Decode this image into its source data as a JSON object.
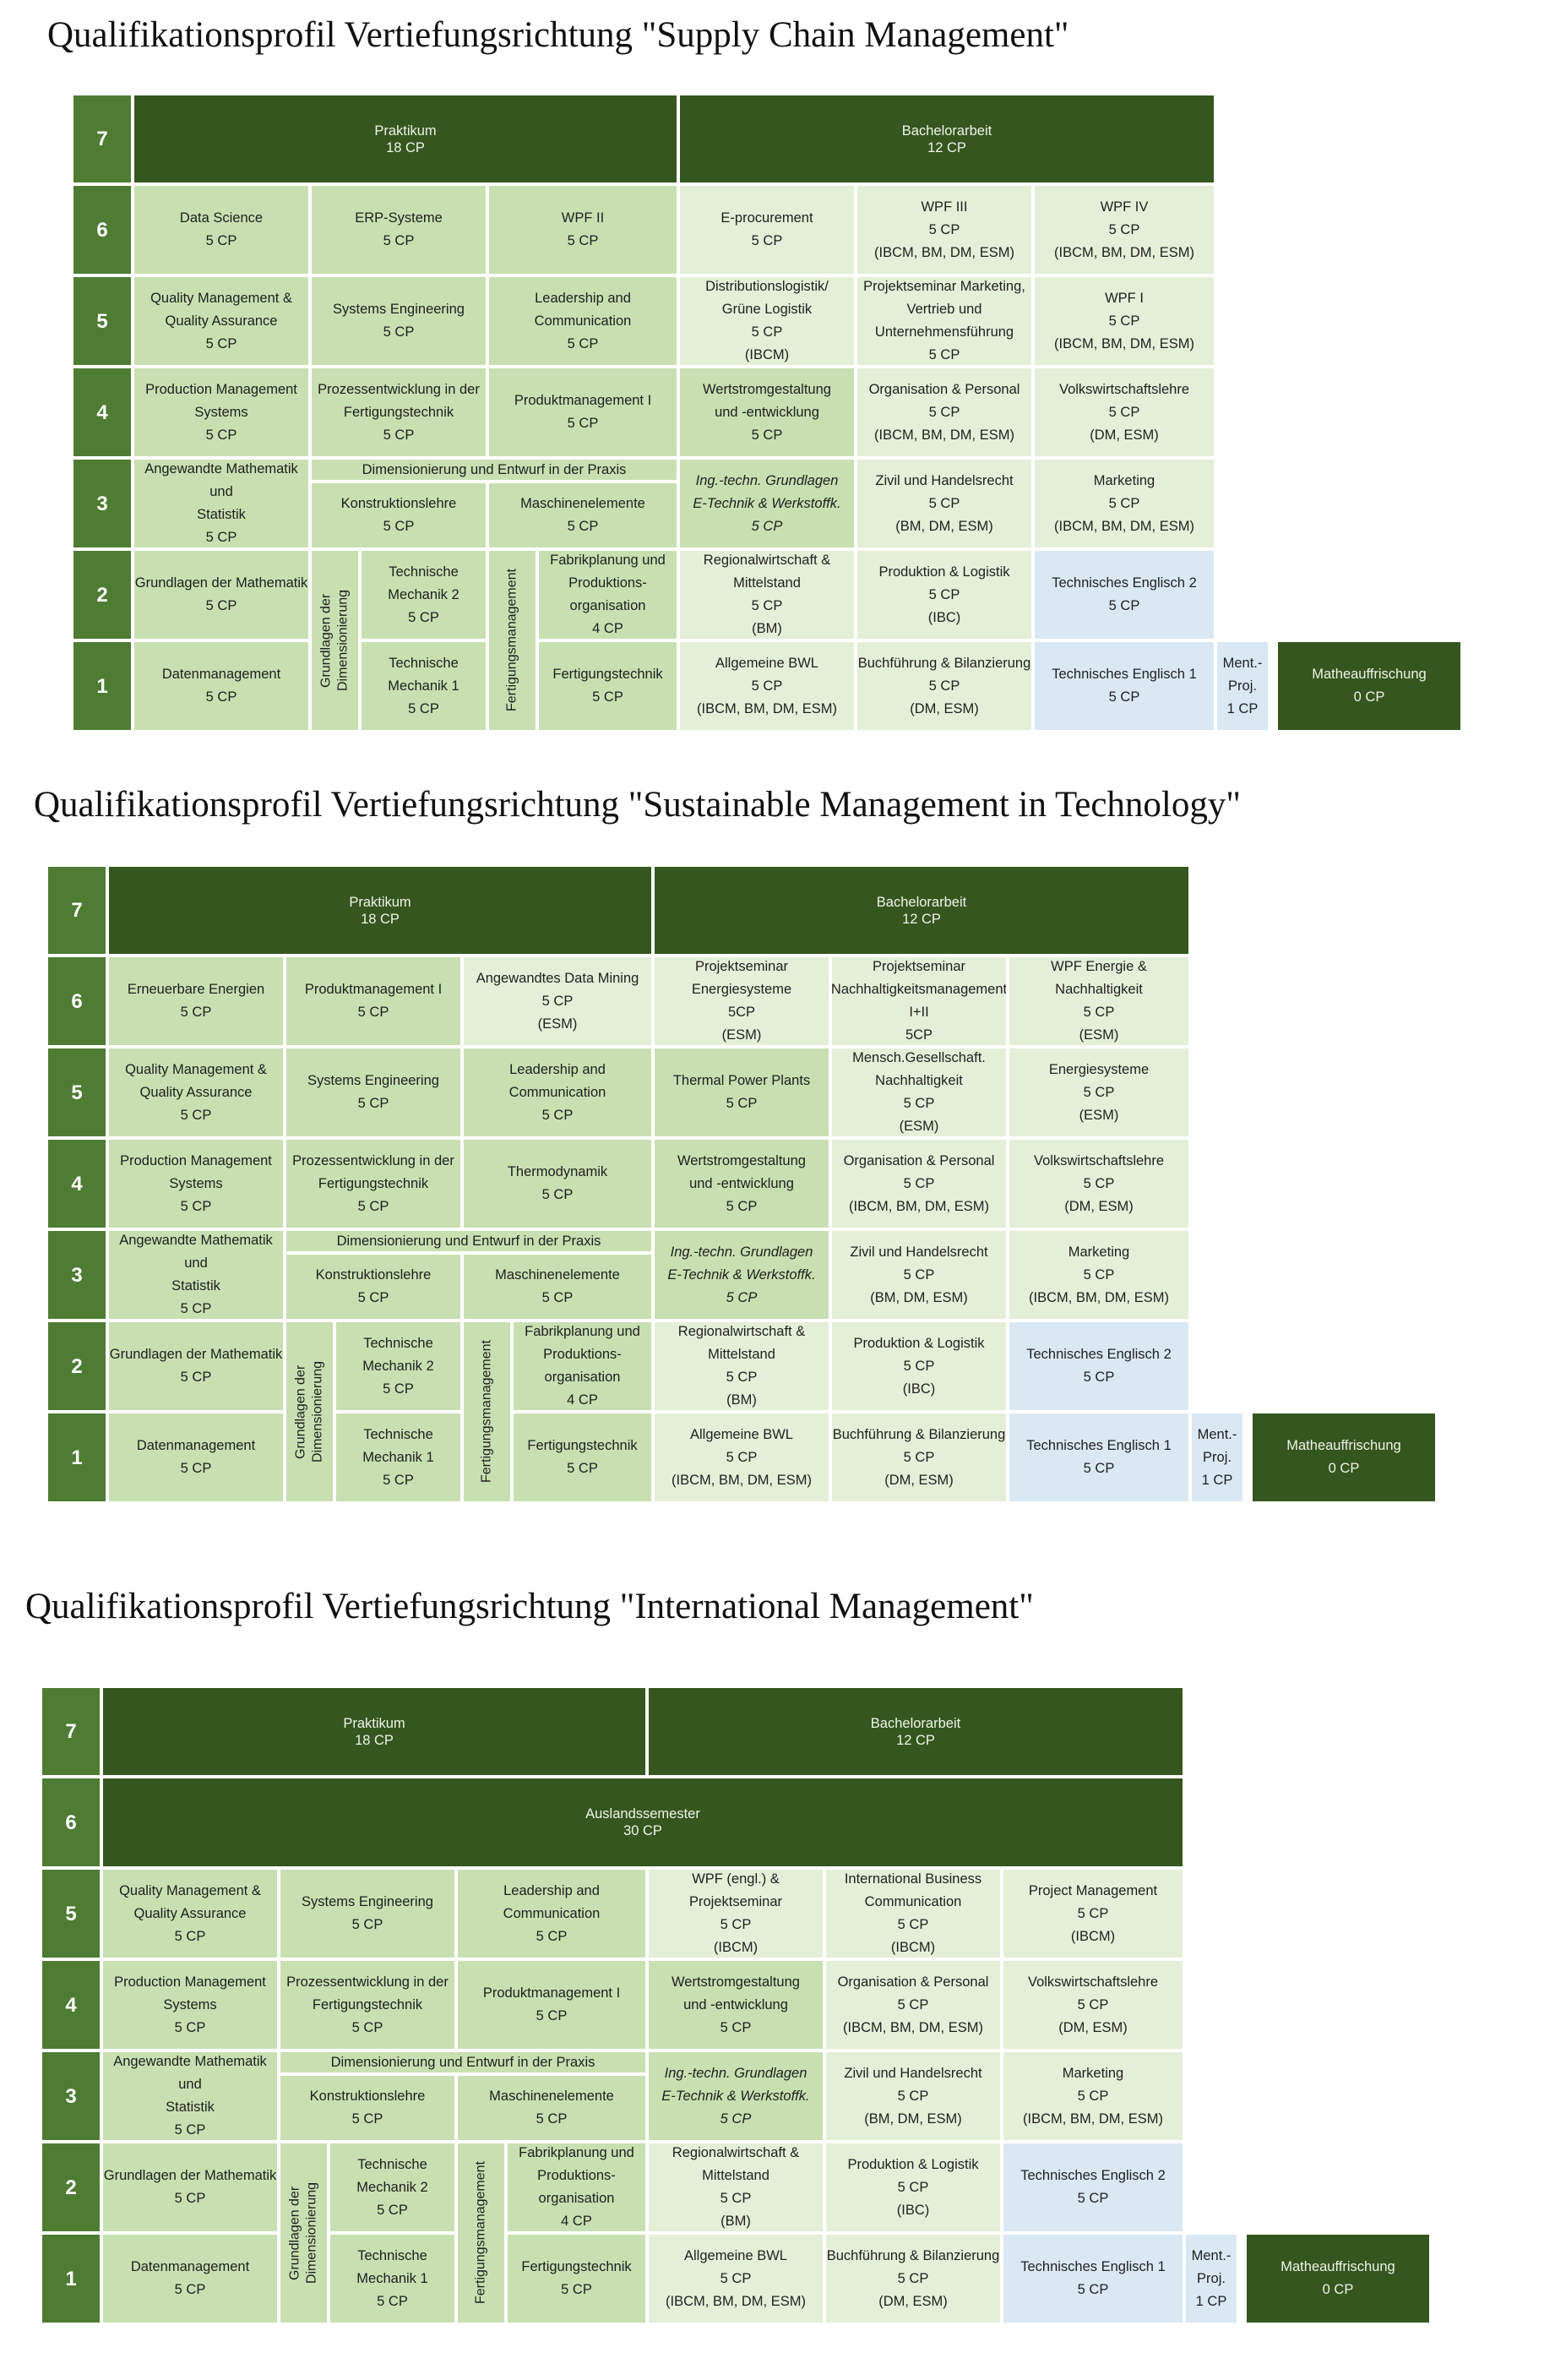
{
  "colors": {
    "semester": "#4e7c33",
    "dark": "#35561f",
    "mid": "#c8e0b1",
    "light": "#e4efd8",
    "blue": "#dae8f4"
  },
  "profiles": [
    {
      "title": "Qualifikationsprofil Vertiefungsrichtung \"Supply Chain Management\"",
      "cells": [
        {
          "text": "7",
          "c": "semester"
        },
        {
          "text": "Praktikum\n18 CP",
          "c": "dark"
        },
        {
          "text": "Bachelorarbeit\n12 CP",
          "c": "dark"
        },
        {
          "text": "6",
          "c": "semester"
        },
        {
          "text": "Data Science\n5 CP",
          "c": "mid"
        },
        {
          "text": "ERP-Systeme\n5 CP",
          "c": "mid"
        },
        {
          "text": "WPF II\n5 CP",
          "c": "mid"
        },
        {
          "text": "E-procurement\n5 CP",
          "c": "light"
        },
        {
          "text": "WPF III\n5 CP\n(IBCM, BM, DM, ESM)",
          "c": "light"
        },
        {
          "text": "WPF IV\n5 CP\n(IBCM, BM, DM, ESM)",
          "c": "light"
        },
        {
          "text": "5",
          "c": "semester"
        },
        {
          "text": "Quality Management &\nQuality Assurance\n5 CP",
          "c": "mid"
        },
        {
          "text": "Systems Engineering\n5 CP",
          "c": "mid"
        },
        {
          "text": "Leadership and\nCommunication\n5 CP",
          "c": "mid"
        },
        {
          "text": "Distributionslogistik/\nGrüne Logistik\n5 CP\n(IBCM)",
          "c": "light"
        },
        {
          "text": "Projektseminar Marketing,\nVertrieb und\nUnternehmensführung\n5 CP",
          "c": "light"
        },
        {
          "text": "WPF I\n5 CP\n(IBCM, BM, DM, ESM)",
          "c": "light"
        },
        {
          "text": "4",
          "c": "semester"
        },
        {
          "text": "Production Management\nSystems\n5 CP",
          "c": "mid"
        },
        {
          "text": "Prozessentwicklung in der\nFertigungstechnik\n5 CP",
          "c": "mid"
        },
        {
          "text": "Produktmanagement I\n5 CP",
          "c": "mid"
        },
        {
          "text": "Wertstromgestaltung\nund -entwicklung\n5 CP",
          "c": "mid"
        },
        {
          "text": "Organisation & Personal\n5 CP\n(IBCM, BM, DM, ESM)",
          "c": "light"
        },
        {
          "text": "Volkswirtschaftslehre\n5 CP\n(DM, ESM)",
          "c": "light"
        },
        {
          "text": "3",
          "c": "semester"
        },
        {
          "text": "Angewandte Mathematik und\nStatistik\n5 CP",
          "c": "mid"
        },
        {
          "text": "Dimensionierung und Entwurf in der Praxis",
          "c": "mid"
        },
        {
          "text": "Konstruktionslehre\n5 CP",
          "c": "mid"
        },
        {
          "text": "Maschinenelemente\n5 CP",
          "c": "mid"
        },
        {
          "text": "Ing.-techn. Grundlagen\nE-Technik & Werkstoffk.\n5 CP",
          "c": "mid"
        },
        {
          "text": "Zivil und Handelsrecht\n5 CP\n(BM, DM, ESM)",
          "c": "light"
        },
        {
          "text": "Marketing\n5 CP\n(IBCM, BM, DM, ESM)",
          "c": "light"
        },
        {
          "text": "2",
          "c": "semester"
        },
        {
          "text": "Grundlagen der Mathematik\n5 CP",
          "c": "mid"
        },
        {
          "text": "Grundlagen der\nDimensionierung",
          "c": "mid"
        },
        {
          "text": "Technische Mechanik 2\n5 CP",
          "c": "mid"
        },
        {
          "text": "Fertigungsmanagement",
          "c": "mid"
        },
        {
          "text": "Fabrikplanung und\nProduktions-\norganisation\n4 CP",
          "c": "mid"
        },
        {
          "text": "Regionalwirtschaft &\nMittelstand\n5 CP\n(BM)",
          "c": "light"
        },
        {
          "text": "Produktion & Logistik\n5 CP\n(IBC)",
          "c": "light"
        },
        {
          "text": "Technisches Englisch 2\n5 CP",
          "c": "blue"
        },
        {
          "text": "1",
          "c": "semester"
        },
        {
          "text": "Datenmanagement\n5 CP",
          "c": "mid"
        },
        {
          "text": "Technische Mechanik 1\n5 CP",
          "c": "mid"
        },
        {
          "text": "Fertigungstechnik\n5 CP",
          "c": "mid"
        },
        {
          "text": "Allgemeine BWL\n5 CP\n(IBCM, BM, DM, ESM)",
          "c": "light"
        },
        {
          "text": "Buchführung & Bilanzierung\n5 CP\n(DM, ESM)",
          "c": "light"
        },
        {
          "text": "Technisches Englisch 1\n5 CP",
          "c": "blue"
        },
        {
          "text": "Ment.-\nProj.\n1 CP",
          "c": "blue"
        },
        {
          "text": "Matheauffrischung\n0 CP",
          "c": "dark"
        }
      ]
    },
    {
      "title": "Qualifikationsprofil Vertiefungsrichtung \"Sustainable Management in Technology\"",
      "cells": [
        {
          "text": "7",
          "c": "semester"
        },
        {
          "text": "Praktikum\n18 CP",
          "c": "dark"
        },
        {
          "text": "Bachelorarbeit\n12 CP",
          "c": "dark"
        },
        {
          "text": "6",
          "c": "semester"
        },
        {
          "text": "Erneuerbare Energien\n5 CP",
          "c": "mid"
        },
        {
          "text": "Produktmanagement I\n5 CP",
          "c": "mid"
        },
        {
          "text": "Angewandtes Data Mining\n5 CP\n(ESM)",
          "c": "light"
        },
        {
          "text": "Projektseminar\nEnergiesysteme\n5CP\n(ESM)",
          "c": "light"
        },
        {
          "text": "Projektseminar\nNachhaltigkeitsmanagement\nI+II\n5CP",
          "c": "light"
        },
        {
          "text": "WPF Energie &\nNachhaltigkeit\n5 CP\n(ESM)",
          "c": "light"
        },
        {
          "text": "5",
          "c": "semester"
        },
        {
          "text": "Quality Management &\nQuality Assurance\n5 CP",
          "c": "mid"
        },
        {
          "text": "Systems Engineering\n5 CP",
          "c": "mid"
        },
        {
          "text": "Leadership and\nCommunication\n5 CP",
          "c": "mid"
        },
        {
          "text": "Thermal Power Plants\n5 CP",
          "c": "mid"
        },
        {
          "text": "Mensch.Gesellschaft.\nNachhaltigkeit\n5 CP\n(ESM)",
          "c": "light"
        },
        {
          "text": "Energiesysteme\n5 CP\n(ESM)",
          "c": "light"
        },
        {
          "text": "4",
          "c": "semester"
        },
        {
          "text": "Production Management\nSystems\n5 CP",
          "c": "mid"
        },
        {
          "text": "Prozessentwicklung in der\nFertigungstechnik\n5 CP",
          "c": "mid"
        },
        {
          "text": "Thermodynamik\n5 CP",
          "c": "mid"
        },
        {
          "text": "Wertstromgestaltung\nund -entwicklung\n5 CP",
          "c": "mid"
        },
        {
          "text": "Organisation & Personal\n5 CP\n(IBCM, BM, DM, ESM)",
          "c": "light"
        },
        {
          "text": "Volkswirtschaftslehre\n5 CP\n(DM, ESM)",
          "c": "light"
        },
        {
          "text": "3",
          "c": "semester"
        },
        {
          "text": "Angewandte Mathematik und\nStatistik\n5 CP",
          "c": "mid"
        },
        {
          "text": "Dimensionierung und Entwurf in der Praxis",
          "c": "mid"
        },
        {
          "text": "Konstruktionslehre\n5 CP",
          "c": "mid"
        },
        {
          "text": "Maschinenelemente\n5 CP",
          "c": "mid"
        },
        {
          "text": "Ing.-techn. Grundlagen\nE-Technik & Werkstoffk.\n5 CP",
          "c": "mid"
        },
        {
          "text": "Zivil und Handelsrecht\n5 CP\n(BM, DM, ESM)",
          "c": "light"
        },
        {
          "text": "Marketing\n5 CP\n(IBCM, BM, DM, ESM)",
          "c": "light"
        },
        {
          "text": "2",
          "c": "semester"
        },
        {
          "text": "Grundlagen der Mathematik\n5 CP",
          "c": "mid"
        },
        {
          "text": "Grundlagen der\nDimensionierung",
          "c": "mid"
        },
        {
          "text": "Technische Mechanik 2\n5 CP",
          "c": "mid"
        },
        {
          "text": "Fertigungsmanagement",
          "c": "mid"
        },
        {
          "text": "Fabrikplanung und\nProduktions-\norganisation\n4 CP",
          "c": "mid"
        },
        {
          "text": "Regionalwirtschaft &\nMittelstand\n5 CP\n(BM)",
          "c": "light"
        },
        {
          "text": "Produktion & Logistik\n5 CP\n(IBC)",
          "c": "light"
        },
        {
          "text": "Technisches Englisch 2\n5 CP",
          "c": "blue"
        },
        {
          "text": "1",
          "c": "semester"
        },
        {
          "text": "Datenmanagement\n5 CP",
          "c": "mid"
        },
        {
          "text": "Technische Mechanik 1\n5 CP",
          "c": "mid"
        },
        {
          "text": "Fertigungstechnik\n5 CP",
          "c": "mid"
        },
        {
          "text": "Allgemeine BWL\n5 CP\n(IBCM, BM, DM, ESM)",
          "c": "light"
        },
        {
          "text": "Buchführung & Bilanzierung\n5 CP\n(DM, ESM)",
          "c": "light"
        },
        {
          "text": "Technisches Englisch 1\n5 CP",
          "c": "blue"
        },
        {
          "text": "Ment.-\nProj.\n1 CP",
          "c": "blue"
        },
        {
          "text": "Matheauffrischung\n0 CP",
          "c": "dark"
        }
      ]
    },
    {
      "title": "Qualifikationsprofil Vertiefungsrichtung \"International Management\"",
      "cells": [
        {
          "text": "7",
          "c": "semester"
        },
        {
          "text": "Praktikum\n18 CP",
          "c": "dark"
        },
        {
          "text": "Bachelorarbeit\n12 CP",
          "c": "dark"
        },
        {
          "text": "6",
          "c": "semester"
        },
        {
          "text": "Auslandssemester\n30 CP",
          "c": "dark"
        },
        {
          "text": "5",
          "c": "semester"
        },
        {
          "text": "Quality Management &\nQuality Assurance\n5 CP",
          "c": "mid"
        },
        {
          "text": "Systems Engineering\n5 CP",
          "c": "mid"
        },
        {
          "text": "Leadership and\nCommunication\n5 CP",
          "c": "mid"
        },
        {
          "text": "WPF (engl.) &\nProjektseminar\n5 CP\n(IBCM)",
          "c": "light"
        },
        {
          "text": "International Business\nCommunication\n5 CP\n(IBCM)",
          "c": "light"
        },
        {
          "text": "Project Management\n5 CP\n(IBCM)",
          "c": "light"
        },
        {
          "text": "4",
          "c": "semester"
        },
        {
          "text": "Production Management\nSystems\n5 CP",
          "c": "mid"
        },
        {
          "text": "Prozessentwicklung in der\nFertigungstechnik\n5 CP",
          "c": "mid"
        },
        {
          "text": "Produktmanagement I\n5 CP",
          "c": "mid"
        },
        {
          "text": "Wertstromgestaltung\nund -entwicklung\n5 CP",
          "c": "mid"
        },
        {
          "text": "Organisation & Personal\n5 CP\n(IBCM, BM, DM, ESM)",
          "c": "light"
        },
        {
          "text": "Volkswirtschaftslehre\n5 CP\n(DM, ESM)",
          "c": "light"
        },
        {
          "text": "3",
          "c": "semester"
        },
        {
          "text": "Angewandte Mathematik und\nStatistik\n5 CP",
          "c": "mid"
        },
        {
          "text": "Dimensionierung und Entwurf in der Praxis",
          "c": "mid"
        },
        {
          "text": "Konstruktionslehre\n5 CP",
          "c": "mid"
        },
        {
          "text": "Maschinenelemente\n5 CP",
          "c": "mid"
        },
        {
          "text": "Ing.-techn. Grundlagen\nE-Technik & Werkstoffk.\n5 CP",
          "c": "mid"
        },
        {
          "text": "Zivil und Handelsrecht\n5 CP\n(BM, DM, ESM)",
          "c": "light"
        },
        {
          "text": "Marketing\n5 CP\n(IBCM, BM, DM, ESM)",
          "c": "light"
        },
        {
          "text": "2",
          "c": "semester"
        },
        {
          "text": "Grundlagen der Mathematik\n5 CP",
          "c": "mid"
        },
        {
          "text": "Grundlagen der\nDimensionierung",
          "c": "mid"
        },
        {
          "text": "Technische Mechanik 2\n5 CP",
          "c": "mid"
        },
        {
          "text": "Fertigungsmanagement",
          "c": "mid"
        },
        {
          "text": "Fabrikplanung und\nProduktions-\norganisation\n4 CP",
          "c": "mid"
        },
        {
          "text": "Regionalwirtschaft &\nMittelstand\n5 CP\n(BM)",
          "c": "light"
        },
        {
          "text": "Produktion & Logistik\n5 CP\n(IBC)",
          "c": "light"
        },
        {
          "text": "Technisches Englisch 2\n5 CP",
          "c": "blue"
        },
        {
          "text": "1",
          "c": "semester"
        },
        {
          "text": "Datenmanagement\n5 CP",
          "c": "mid"
        },
        {
          "text": "Technische Mechanik 1\n5 CP",
          "c": "mid"
        },
        {
          "text": "Fertigungstechnik\n5 CP",
          "c": "mid"
        },
        {
          "text": "Allgemeine BWL\n5 CP\n(IBCM, BM, DM, ESM)",
          "c": "light"
        },
        {
          "text": "Buchführung & Bilanzierung\n5 CP\n(DM, ESM)",
          "c": "light"
        },
        {
          "text": "Technisches Englisch 1\n5 CP",
          "c": "blue"
        },
        {
          "text": "Ment.-\nProj.\n1 CP",
          "c": "blue"
        },
        {
          "text": "Matheauffrischung\n0 CP",
          "c": "dark"
        }
      ]
    }
  ]
}
